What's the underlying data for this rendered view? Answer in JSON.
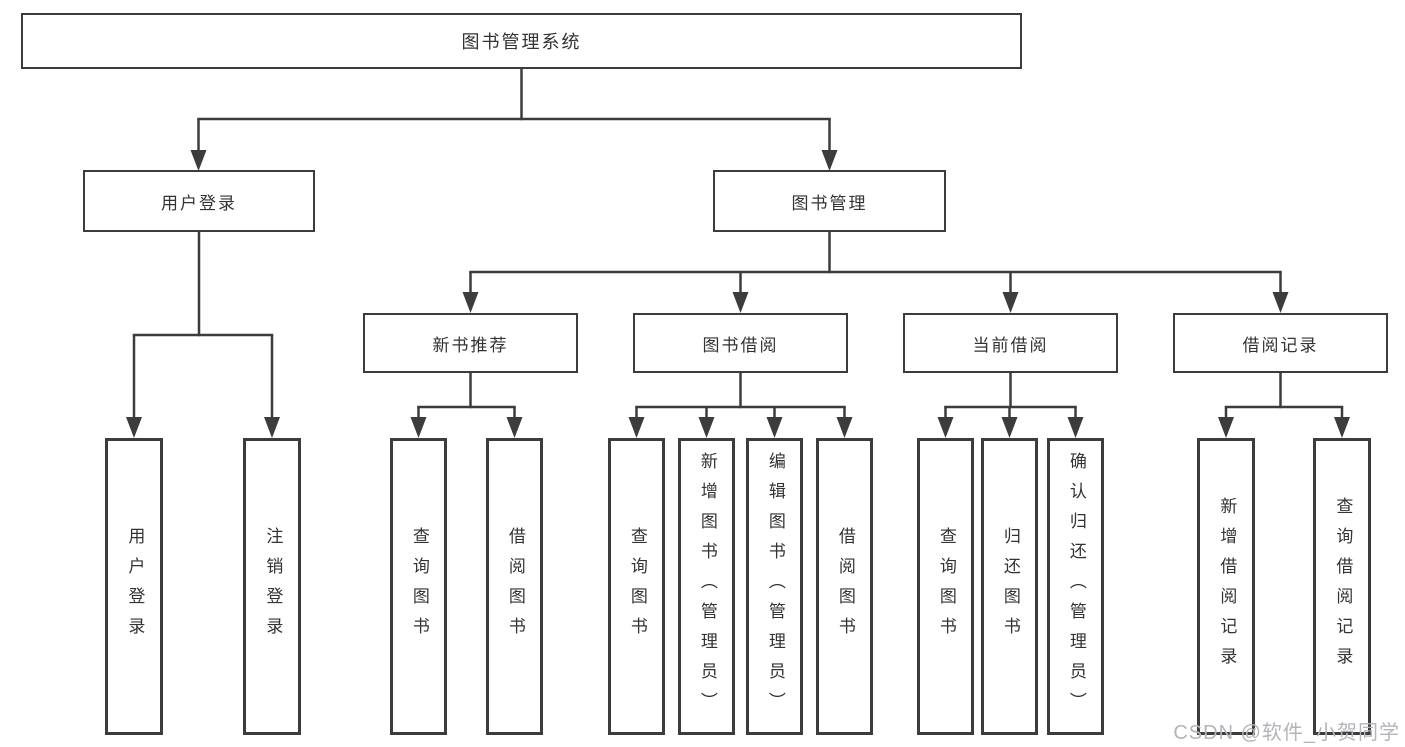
{
  "colors": {
    "line": "#3c3c3c",
    "box_fill": "#ffffff",
    "text": "#333333",
    "watermark": "#b4b4ba"
  },
  "watermark": "CSDN @软件_小贺同学",
  "tree": {
    "label": "图书管理系统",
    "children": [
      {
        "label": "用户登录",
        "children": [
          {
            "label": "用户登录"
          },
          {
            "label": "注销登录"
          }
        ]
      },
      {
        "label": "图书管理",
        "children": [
          {
            "label": "新书推荐",
            "children": [
              {
                "label": "查询图书"
              },
              {
                "label": "借阅图书"
              }
            ]
          },
          {
            "label": "图书借阅",
            "children": [
              {
                "label": "查询图书"
              },
              {
                "label": "新增图书（管理员）"
              },
              {
                "label": "编辑图书（管理员）"
              },
              {
                "label": "借阅图书"
              }
            ]
          },
          {
            "label": "当前借阅",
            "children": [
              {
                "label": "查询图书"
              },
              {
                "label": "归还图书"
              },
              {
                "label": "确认归还（管理员）"
              }
            ]
          },
          {
            "label": "借阅记录",
            "children": [
              {
                "label": "新增借阅记录"
              },
              {
                "label": "查询借阅记录"
              }
            ]
          }
        ]
      }
    ]
  }
}
